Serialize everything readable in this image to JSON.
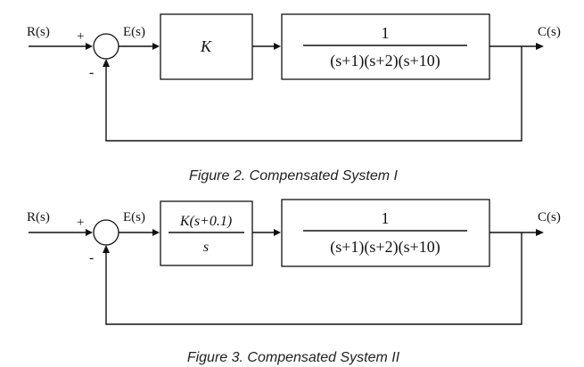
{
  "diagrams": [
    {
      "input_label": "R(s)",
      "plus_sign": "+",
      "minus_sign": "-",
      "error_label": "E(s)",
      "controller": {
        "text": "K"
      },
      "plant": {
        "numerator": "1",
        "denominator": "(s+1)(s+2)(s+10)"
      },
      "output_label": "C(s)",
      "caption": "Figure 2. Compensated System I"
    },
    {
      "input_label": "R(s)",
      "plus_sign": "+",
      "minus_sign": "-",
      "error_label": "E(s)",
      "controller": {
        "numerator": "K(s+0.1)",
        "denominator": "s"
      },
      "plant": {
        "numerator": "1",
        "denominator": "(s+1)(s+2)(s+10)"
      },
      "output_label": "C(s)",
      "caption": "Figure 3. Compensated System II"
    }
  ]
}
